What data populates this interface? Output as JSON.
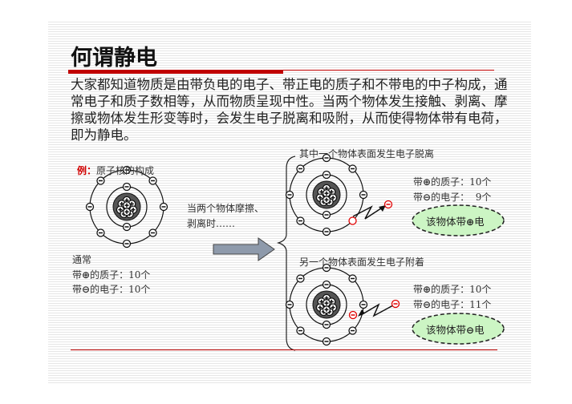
{
  "title": "何谓静电",
  "paragraph": "大家都知道物质是由带负电的电子、带正电的质子和不带电的中子构成，通常电子和质子数相等，从而物质呈现中性。当两个物体发生接触、剥离、摩擦或物体发生形变等时，会发生电子脱离和吸附，从而使得物体带有电荷，即为静电。",
  "example": {
    "prefix": "例：",
    "label": "原子核的构成"
  },
  "friction_text": {
    "line1": "当两个物体摩擦、",
    "line2": "剥离时……"
  },
  "normal": {
    "heading": "通常",
    "proton_prefix": "带",
    "proton_sym": "⊕",
    "proton_text": "的质子：10个",
    "electron_prefix": "带",
    "electron_sym": "⊖",
    "electron_text": "的电子：10个"
  },
  "case_loss": {
    "heading": "其中一个物体表面发生电子脱离",
    "proton_prefix": "带",
    "proton_sym": "⊕",
    "proton_text": "的质子：10个",
    "electron_prefix": "带",
    "electron_sym": "⊖",
    "electron_text": "的电子：  9个",
    "result_prefix": "该物体带",
    "result_sym": "⊕",
    "result_suffix": "电"
  },
  "case_gain": {
    "heading": "另一个物体表面发生电子附着",
    "proton_prefix": "带",
    "proton_sym": "⊕",
    "proton_text": "的质子：10个",
    "electron_prefix": "带",
    "electron_sym": "⊖",
    "electron_text": "的电子：11个",
    "result_prefix": "该物体带",
    "result_sym": "⊖",
    "result_suffix": "电"
  },
  "colors": {
    "accent": "#c00000",
    "ellipse_fill": "#ccf5c4",
    "highlight": "#e00000"
  }
}
